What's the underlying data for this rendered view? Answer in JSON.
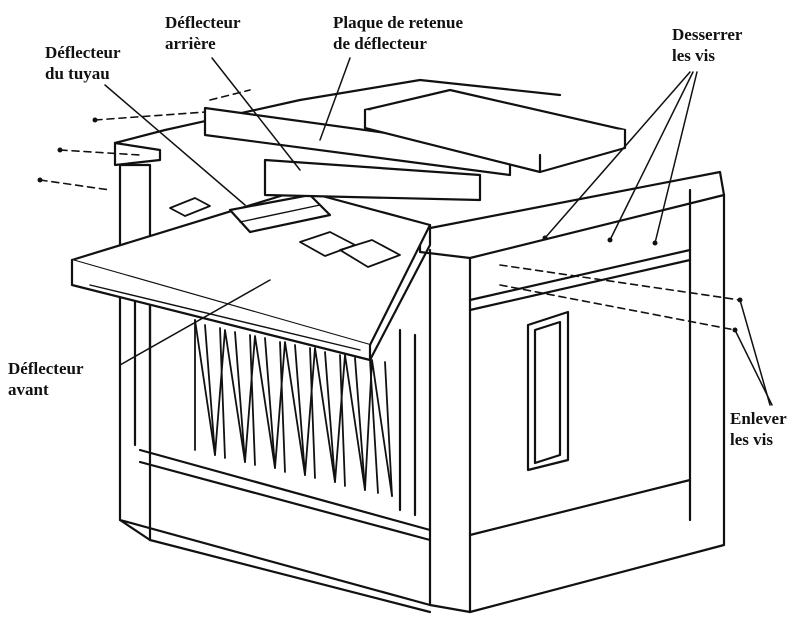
{
  "labels": {
    "deflecteur_arriere": {
      "line1": "Déflecteur",
      "line2": "arrière"
    },
    "plaque_retenue": {
      "line1": "Plaque de retenue",
      "line2": "de déflecteur"
    },
    "deflecteur_tuyau": {
      "line1": "Déflecteur",
      "line2": "du tuyau"
    },
    "desserrer_vis": {
      "line1": "Desserrer",
      "line2": "les vis"
    },
    "deflecteur_avant": {
      "line1": "Déflecteur",
      "line2": "avant"
    },
    "enlever_vis": {
      "line1": "Enlever",
      "line2": "les vis"
    }
  },
  "colors": {
    "ink": "#111111",
    "paper": "#ffffff"
  }
}
